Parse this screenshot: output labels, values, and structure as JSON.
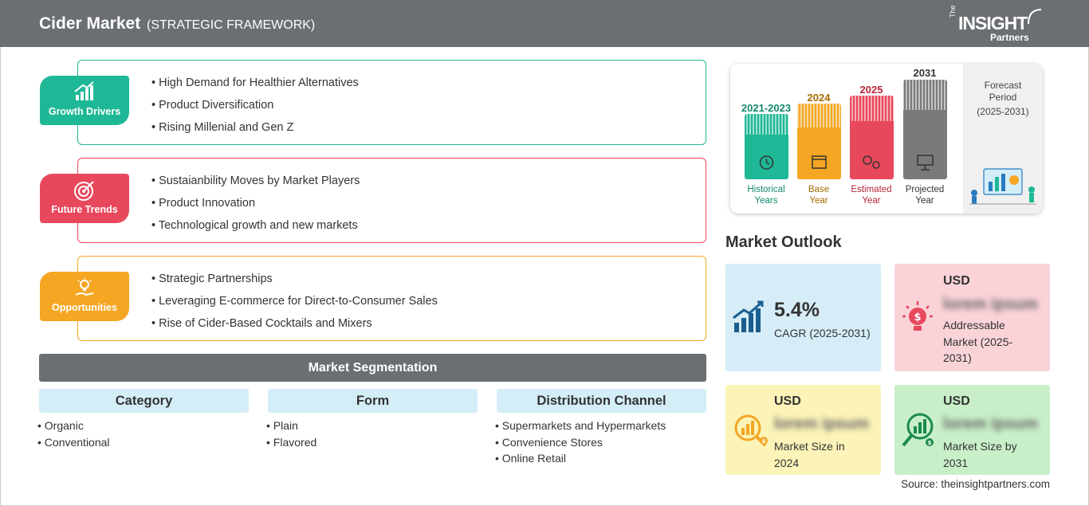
{
  "header": {
    "title": "Cider Market",
    "subtitle": "(STRATEGIC FRAMEWORK)",
    "logo": {
      "the": "The",
      "insight": "INSIGHT",
      "partners": "Partners"
    }
  },
  "framework": [
    {
      "label": "Growth Drivers",
      "icon": "growth-chart-icon",
      "color": "#1fb896",
      "items": [
        "High Demand for Healthier Alternatives",
        "Product Diversification",
        "Rising Millenial and Gen Z"
      ]
    },
    {
      "label": "Future Trends",
      "icon": "target-icon",
      "color": "#e8485c",
      "items": [
        "Sustaianbility Moves by Market Players",
        "Product Innovation",
        "Technological growth and new markets"
      ]
    },
    {
      "label": "Opportunities",
      "icon": "lightbulb-hand-icon",
      "color": "#f5a623",
      "items": [
        "Strategic Partnerships",
        "Leveraging E-commerce for Direct-to-Consumer Sales",
        "Rise of Cider-Based Cocktails and Mixers"
      ]
    }
  ],
  "segmentation": {
    "title": "Market Segmentation",
    "columns": [
      {
        "heading": "Category",
        "items": [
          "Organic",
          "Conventional"
        ]
      },
      {
        "heading": "Form",
        "items": [
          "Plain",
          "Flavored"
        ]
      },
      {
        "heading": "Distribution Channel",
        "items": [
          "Supermarkets and Hypermarkets",
          "Convenience Stores",
          "Online Retail"
        ]
      }
    ]
  },
  "timeline": {
    "bars": [
      {
        "year": "2021-2023",
        "label_line1": "Historical",
        "label_line2": "Years",
        "color": "#1fb896",
        "year_color": "#138a70",
        "icon": "history-clock-icon"
      },
      {
        "year": "2024",
        "label_line1": "Base",
        "label_line2": "Year",
        "color": "#f5a623",
        "year_color": "#a36b00",
        "icon": "calendar-icon"
      },
      {
        "year": "2025",
        "label_line1": "Estimated",
        "label_line2": "Year",
        "color": "#e8485c",
        "year_color": "#b8263a",
        "icon": "gears-icon"
      },
      {
        "year": "2031",
        "label_line1": "Projected",
        "label_line2": "Year",
        "color": "#7a7a7a",
        "year_color": "#333333",
        "icon": "presentation-icon"
      }
    ],
    "forecast_line1": "Forecast",
    "forecast_line2": "Period",
    "forecast_range": "(2025-2031)"
  },
  "outlook": {
    "title": "Market Outlook",
    "cagr": {
      "value": "5.4%",
      "label": "CAGR (2025-2031)",
      "bg": "#d6edf8"
    },
    "addressable": {
      "usd": "USD",
      "value": "lorem ipsum",
      "line1": "Addressable",
      "line2": "Market (2025-",
      "line3": "2031)",
      "bg": "#f9d3d8"
    },
    "size2024": {
      "usd": "USD",
      "value": "lorem ipsum",
      "line1": "Market Size in",
      "line2": "2024",
      "bg": "#fbf3b8"
    },
    "size2031": {
      "usd": "USD",
      "value": "lorem ipsum",
      "line1": "Market Size by",
      "line2": "2031",
      "bg": "#c9efc9"
    }
  },
  "source": "Source: theinsightpartners.com"
}
